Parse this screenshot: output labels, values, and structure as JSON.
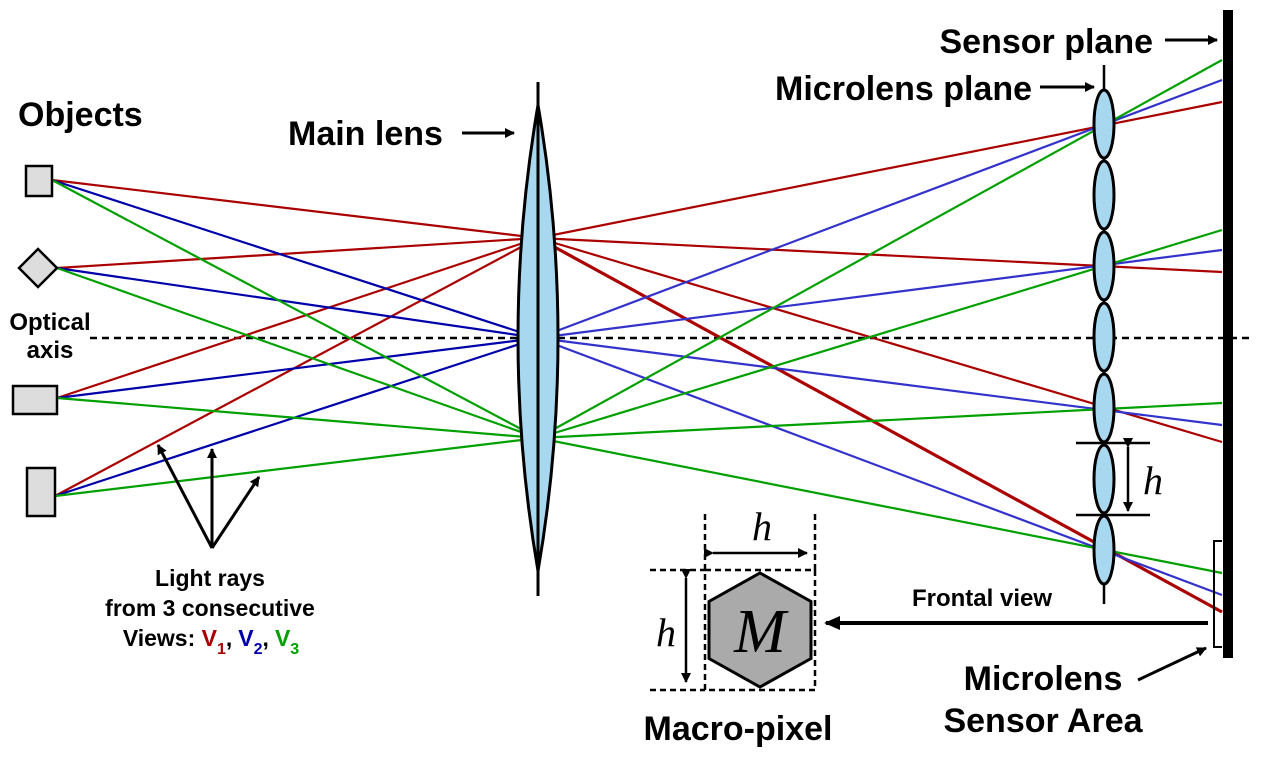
{
  "labels": {
    "objects": "Objects",
    "optical_axis_line1": "Optical",
    "optical_axis_line2": "axis",
    "main_lens": "Main lens",
    "sensor_plane": "Sensor plane",
    "microlens_plane": "Microlens plane",
    "light_rays_line1": "Light rays",
    "light_rays_line2": "from 3 consecutive",
    "views_prefix": "Views: ",
    "v1": "V",
    "v1_sub": "1",
    "v2": "V",
    "v2_sub": "2",
    "v3": "V",
    "v3_sub": "3",
    "comma": ",",
    "frontal_view": "Frontal view",
    "microlens_sensor_line1": "Microlens",
    "microlens_sensor_line2": "Sensor Area",
    "macro_pixel": "Macro-pixel",
    "macro_symbol": "M",
    "h_symbol": "h"
  },
  "colors": {
    "view1": "#aa0000",
    "view2": "#0000aa",
    "view2_light": "#3333cc",
    "view3": "#00a000",
    "lens_fill": "#a8d8f0",
    "object_fill": "#dddddd",
    "hexagon_fill": "#aaaaaa"
  }
}
